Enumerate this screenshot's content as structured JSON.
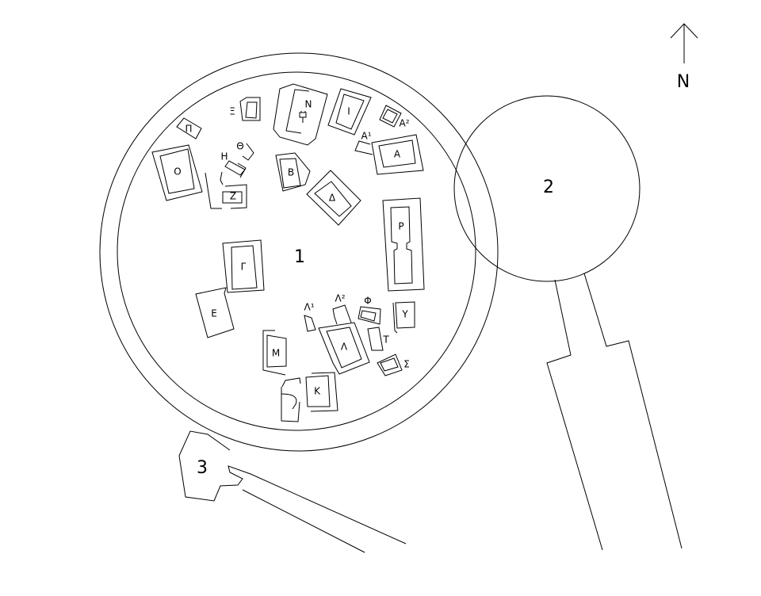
{
  "compass": {
    "label": "N"
  },
  "areas": {
    "one": "1",
    "two": "2",
    "three": "3"
  },
  "buildings": {
    "xi": "Ξ",
    "pi": "Π",
    "omicron": "Ο",
    "nu": "Ν",
    "iota": "Ι",
    "alpha2": "Α²",
    "alpha1": "Α¹",
    "alpha": "Α",
    "theta": "Θ",
    "eta": "Η",
    "zeta": "Ζ",
    "beta": "Β",
    "delta": "Δ",
    "rho": "Ρ",
    "gamma": "Γ",
    "epsilon": "Ε",
    "lambda1": "Λ¹",
    "lambda2": "Λ²",
    "lambda": "Λ",
    "phi": "Φ",
    "tau": "Τ",
    "upsilon": "Υ",
    "sigma": "Σ",
    "mu": "Μ",
    "kappa": "Κ"
  },
  "colors": {
    "stroke": "#000000",
    "background": "#ffffff"
  }
}
